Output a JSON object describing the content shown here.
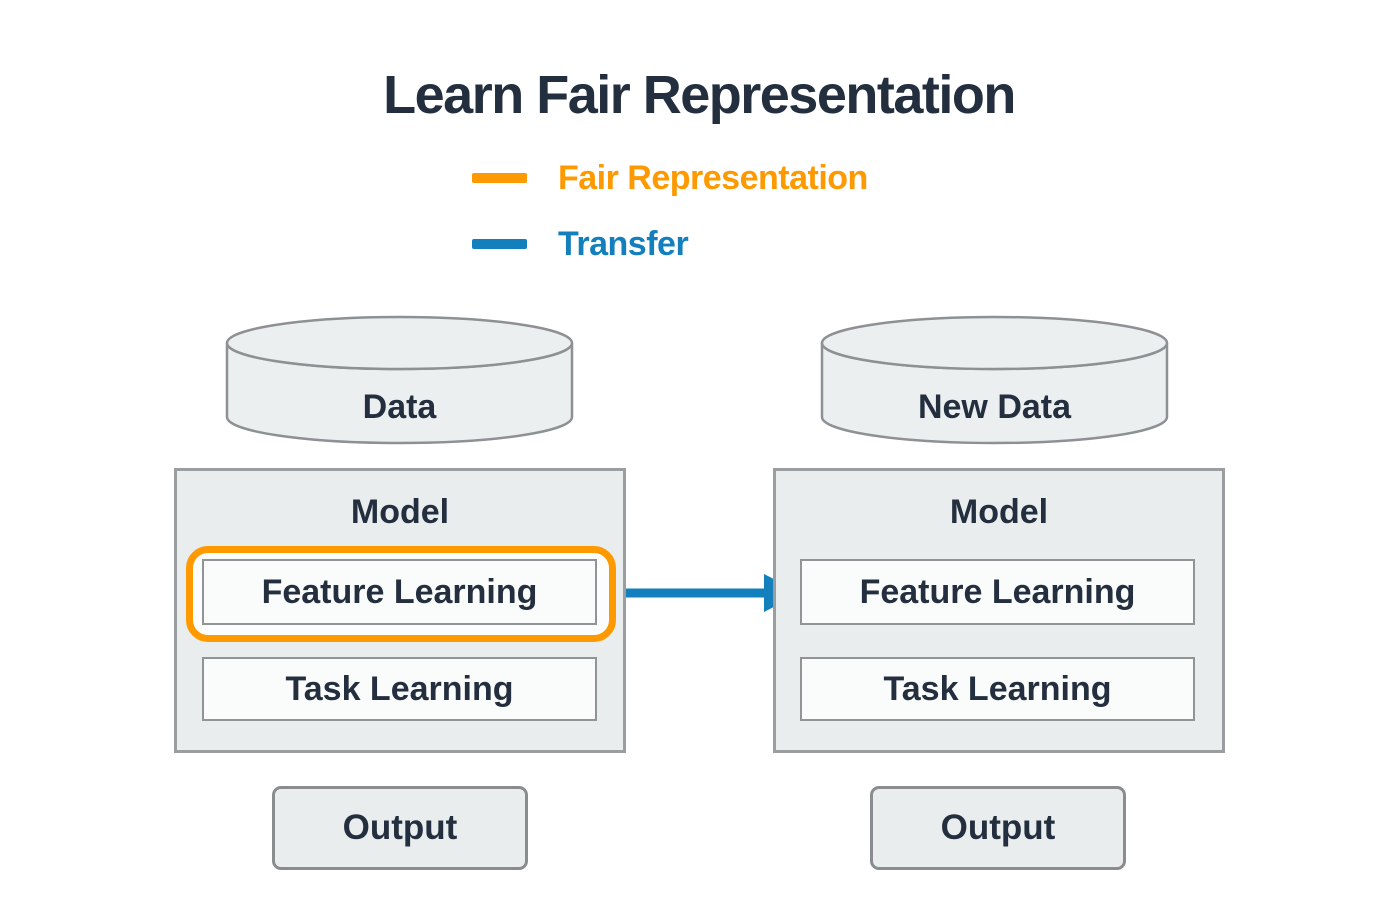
{
  "title": "Learn Fair Representation",
  "legend": {
    "items": [
      {
        "label": "Fair Representation",
        "color": "#FF9900"
      },
      {
        "label": "Transfer",
        "color": "#1380BD"
      }
    ]
  },
  "pipelines": [
    {
      "data_label": "Data",
      "model_label": "Model",
      "feature_label": "Feature Learning",
      "task_label": "Task Learning",
      "output_label": "Output",
      "feature_highlighted": true
    },
    {
      "data_label": "New Data",
      "model_label": "Model",
      "feature_label": "Feature Learning",
      "task_label": "Task Learning",
      "output_label": "Output",
      "feature_highlighted": false
    }
  ],
  "colors": {
    "text_navy": "#232F3E",
    "fair_representation_orange": "#FF9900",
    "transfer_blue": "#1380BD",
    "container_fill": "#E9EDEE",
    "inner_box_fill": "#FAFBFB",
    "cylinder_fill": "#ECEFF0",
    "border_gray": "#9B9EA0"
  }
}
